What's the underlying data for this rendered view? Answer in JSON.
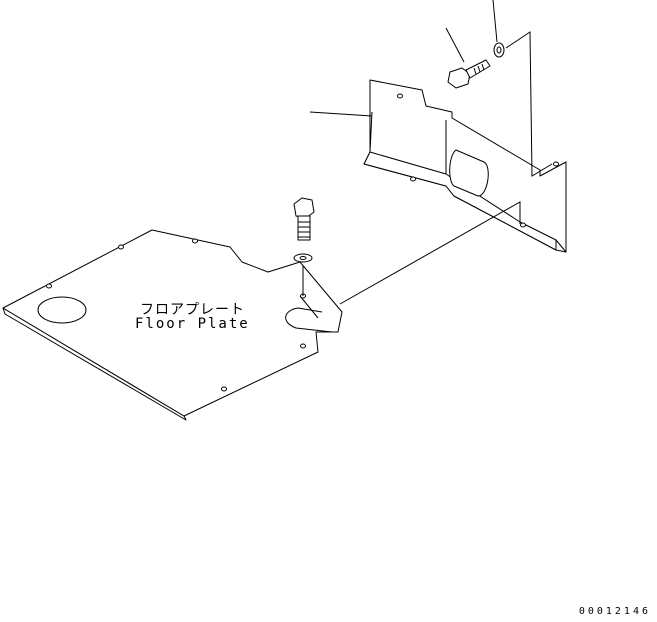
{
  "parts": {
    "floor_plate": {
      "label_jp": "フロアプレート",
      "label_en": "Floor Plate"
    }
  },
  "drawing_number": "00012146"
}
